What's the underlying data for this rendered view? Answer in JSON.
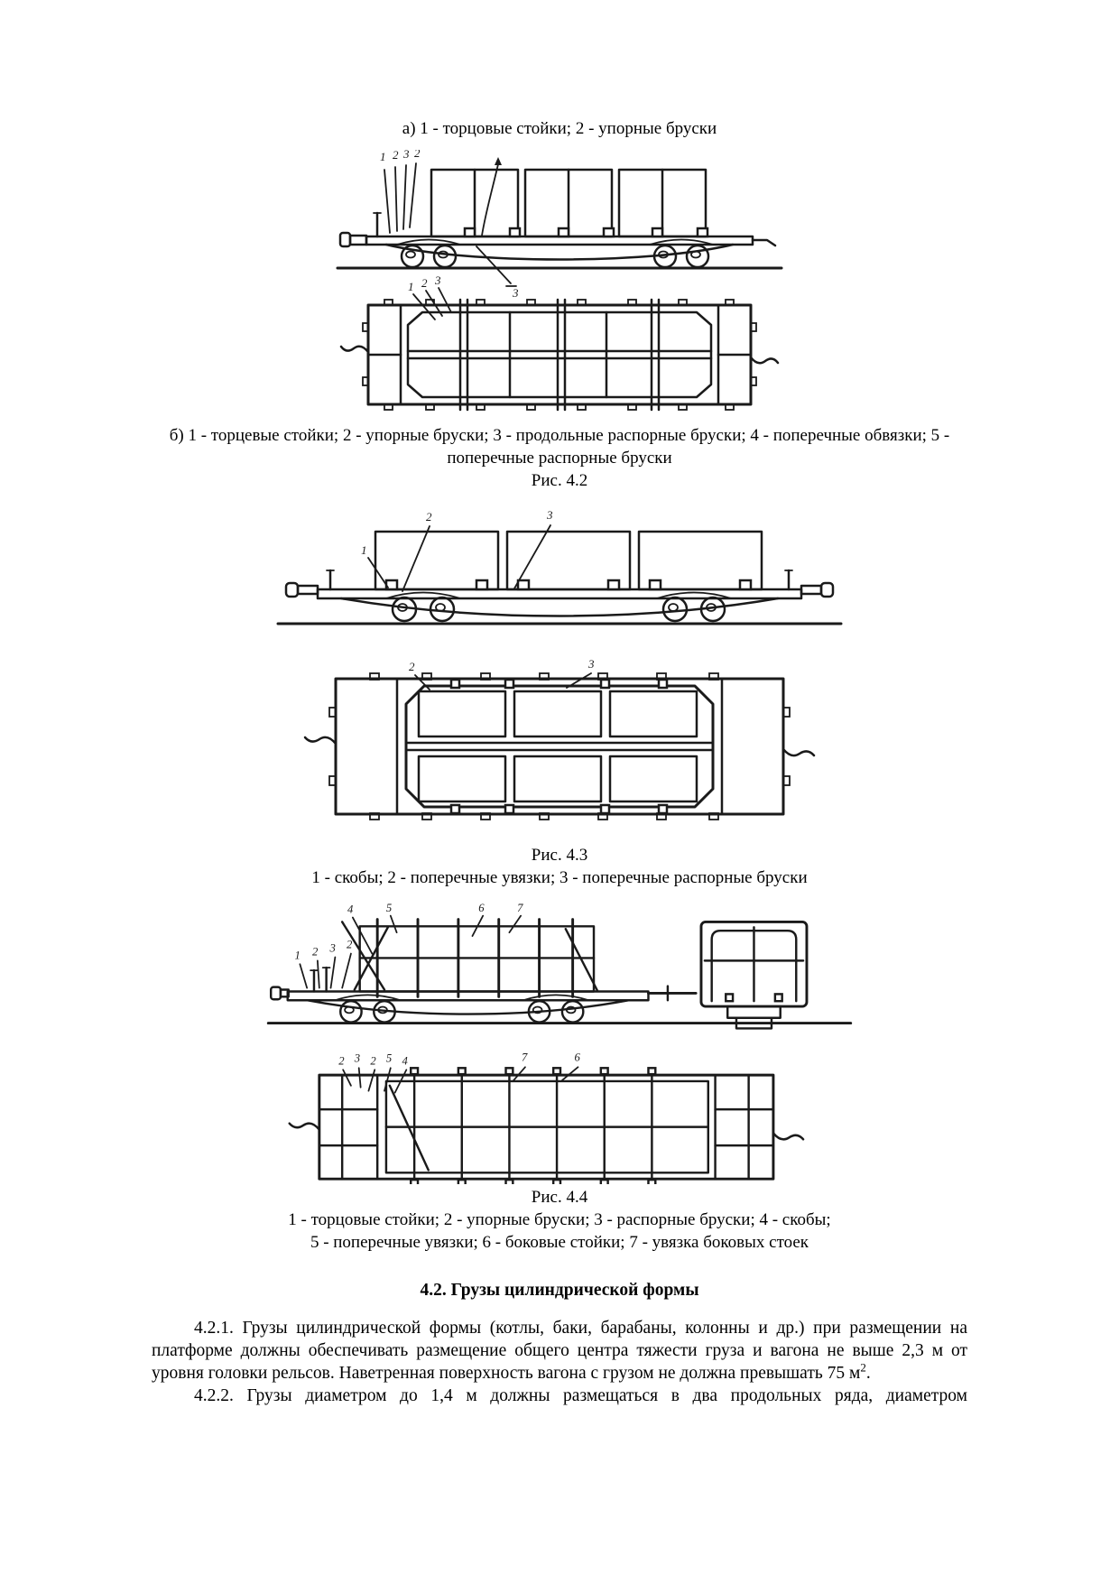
{
  "fig42": {
    "caption_a": "а) 1 - торцовые стойки; 2 - упорные бруски",
    "caption_b": "б) 1 - торцевые стойки; 2 - упорные бруски; 3 - продольные распорные бруски; 4 - поперечные обвязки; 5 - поперечные распорные бруски",
    "label": "Рис. 4.2",
    "side_callouts": [
      "1",
      "2",
      "3",
      "2"
    ],
    "mid_callout": "3",
    "top_callouts": [
      "1",
      "2",
      "3"
    ]
  },
  "fig43": {
    "label": "Рис. 4.3",
    "caption": "1 - скобы; 2 - поперечные увязки; 3 - поперечные распорные бруски",
    "side_callouts": [
      "1",
      "2",
      "3"
    ],
    "top_callouts": [
      "2",
      "3"
    ]
  },
  "fig44": {
    "label": "Рис. 4.4",
    "caption_line1": "1 - торцовые стойки; 2 - упорные бруски; 3 - распорные бруски; 4 - скобы;",
    "caption_line2": "5 - поперечные увязки; 6 - боковые стойки; 7 - увязка боковых стоек",
    "left_callouts": [
      "1",
      "2",
      "3",
      "2"
    ],
    "top_callouts": [
      "4",
      "5",
      "6",
      "7"
    ],
    "plan_callouts": [
      "2",
      "3",
      "2",
      "5",
      "4",
      "7",
      "6"
    ]
  },
  "section": {
    "heading": "4.2. Грузы цилиндрической формы",
    "para_421_main": "4.2.1. Грузы цилиндрической формы (котлы, баки, барабаны, колонны и др.) при размещении на платформе должны обеспечивать размещение общего центра тяжести груза и вагона не выше 2,3 м от уровня головки рельсов. Наветренная поверхность вагона с грузом не должна превышать 75 м",
    "para_421_sup": "2",
    "para_421_tail": ".",
    "para_422": "4.2.2. Грузы диаметром до 1,4 м должны размещаться в два продольных ряда, диаметром"
  }
}
